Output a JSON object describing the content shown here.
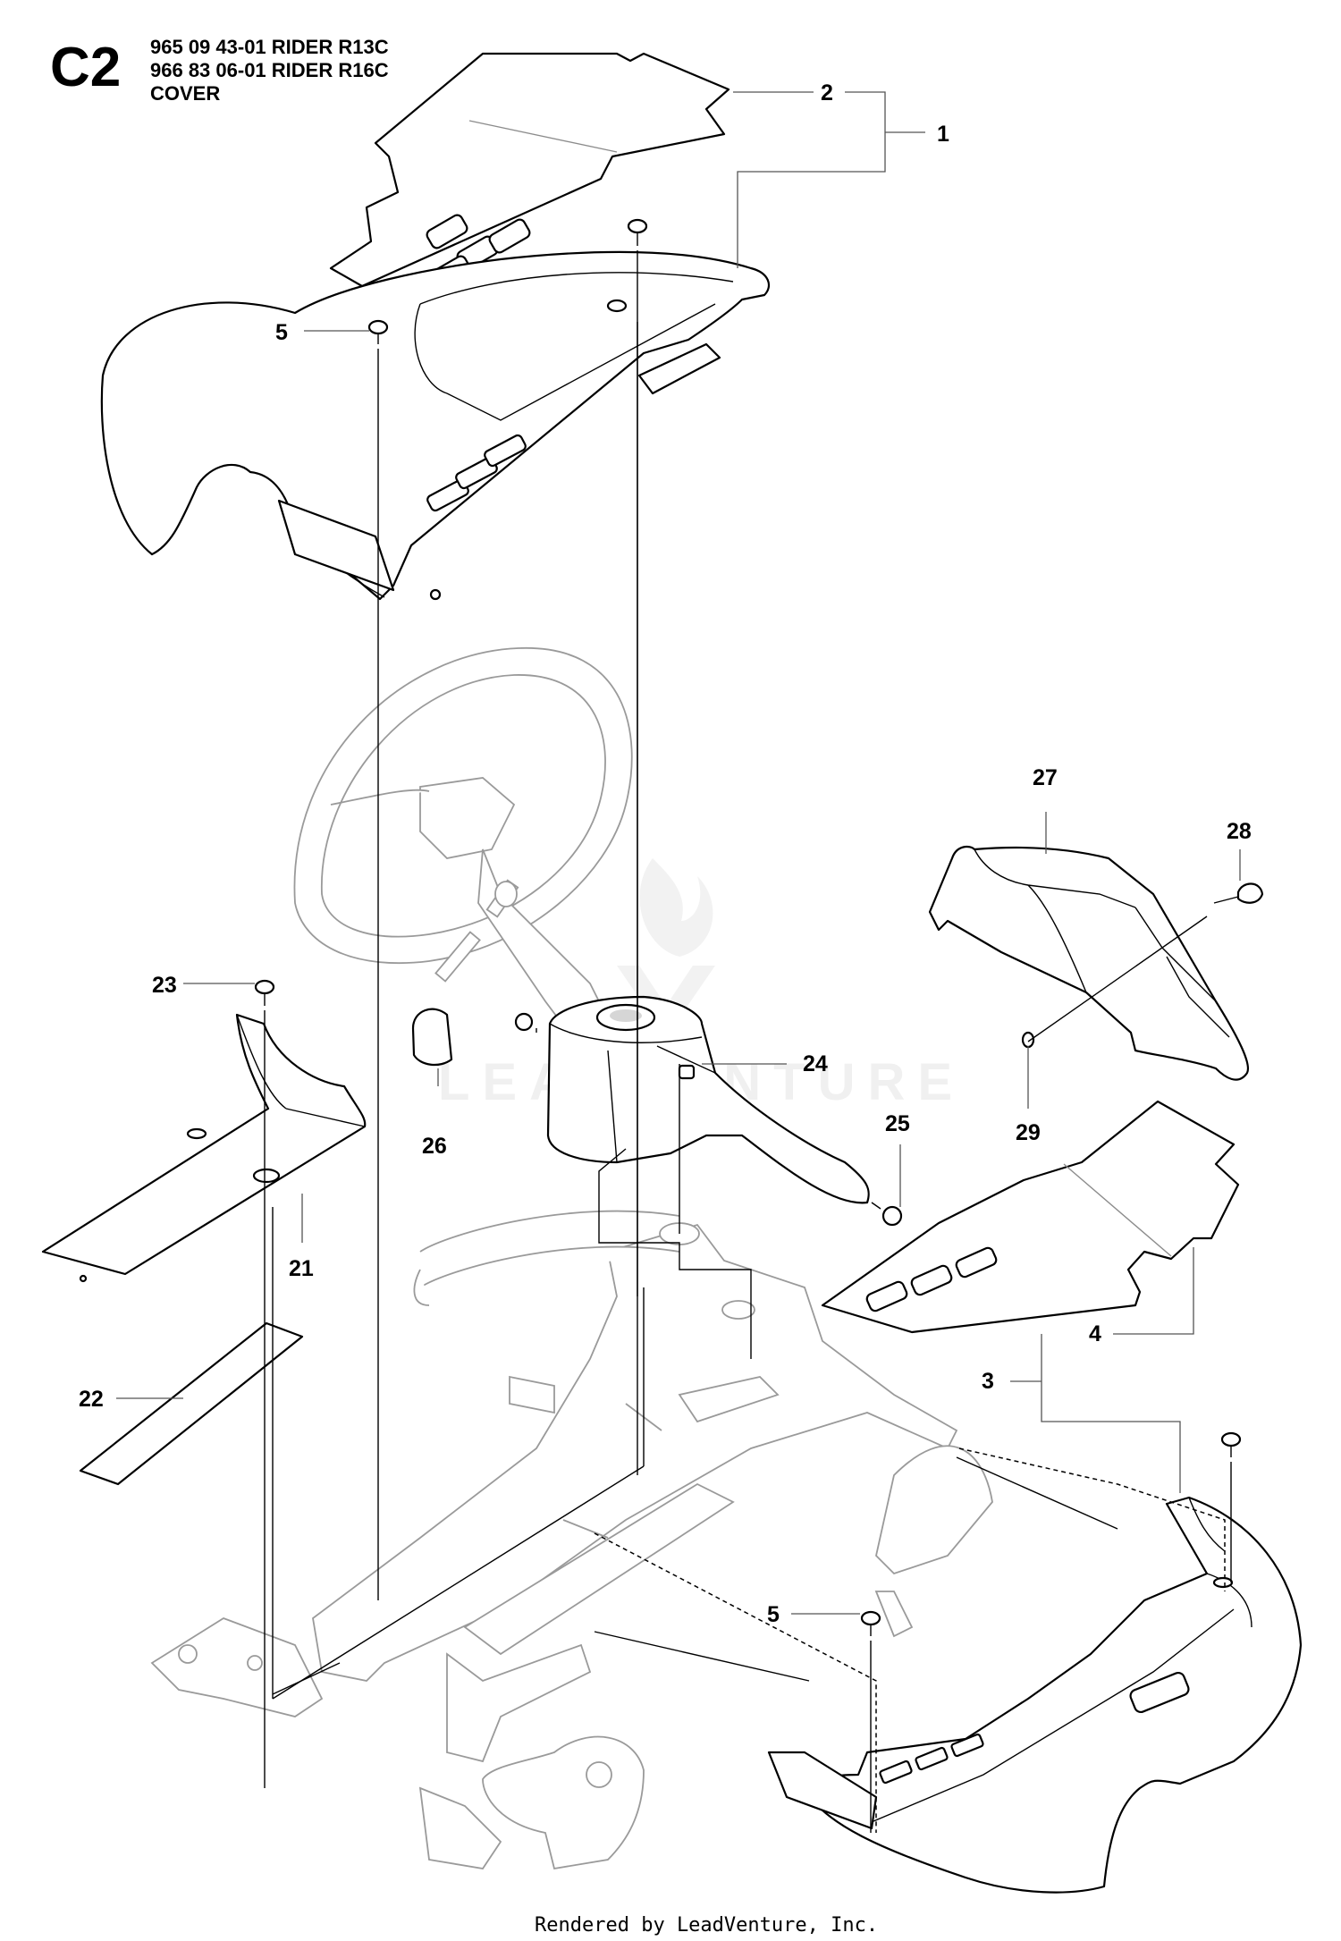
{
  "header": {
    "section_code": "C2",
    "lines": [
      "965 09 43-01 RIDER R13C",
      "966 83 06-01 RIDER R16C",
      "COVER"
    ]
  },
  "watermark": "LEADVENTURE",
  "footer": "Rendered by LeadVenture, Inc.",
  "callouts": [
    "1",
    "2",
    "3",
    "4",
    "5",
    "5",
    "5",
    "21",
    "22",
    "23",
    "24",
    "25",
    "26",
    "27",
    "28",
    "29"
  ],
  "colors": {
    "ink": "#000000",
    "ghost": "#9a9a9a",
    "background": "#ffffff",
    "shade": "#d6d6d6"
  }
}
